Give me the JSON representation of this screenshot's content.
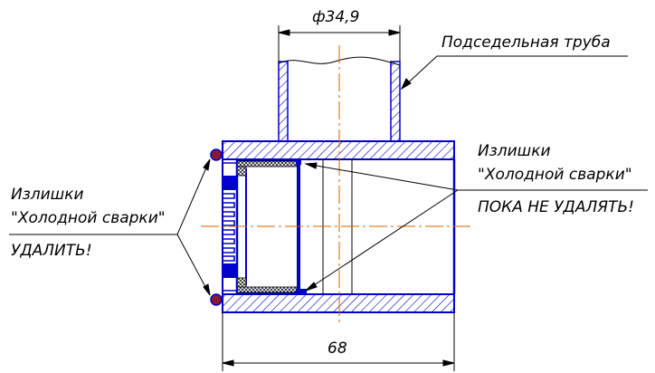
{
  "dimensions": {
    "diameter": "ф34,9",
    "length": "68"
  },
  "labels": {
    "seat_tube": "Подседельная труба",
    "excess_left_line1": "Излишки",
    "excess_left_line2": "\"Холодной сварки\"",
    "excess_left_action": "УДАЛИТЬ!",
    "excess_right_line1": "Излишки",
    "excess_right_line2": "\"Холодной сварки\"",
    "excess_right_action": "ПОКА НЕ УДАЛЯТЬ!"
  },
  "colors": {
    "outline": "#0000cc",
    "dimension": "#000000",
    "axis": "#cc6600",
    "weld_blob": "#8b1a2b"
  }
}
